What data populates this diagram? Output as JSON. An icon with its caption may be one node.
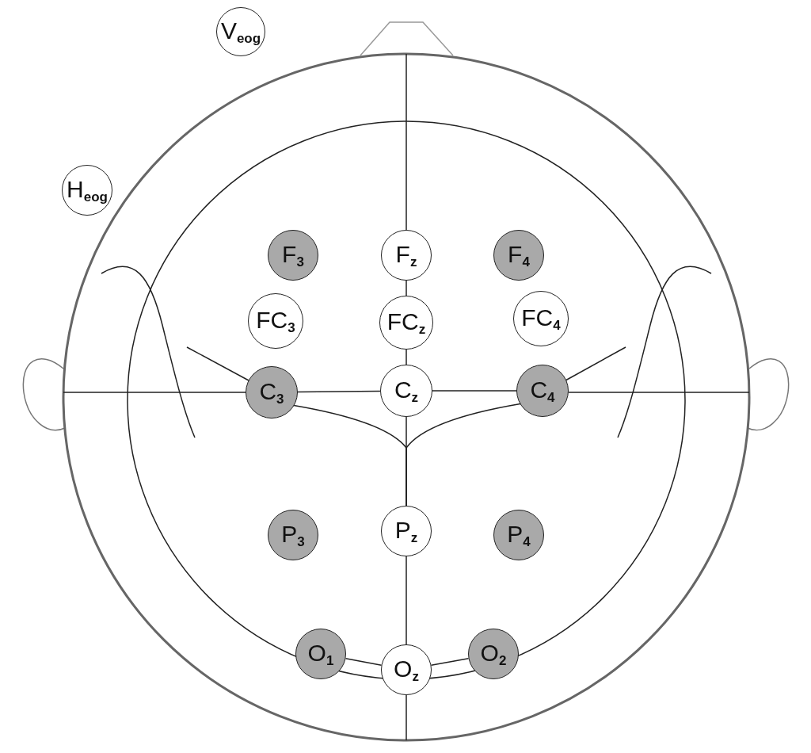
{
  "diagram": {
    "nodes": [
      {
        "text": [
          "V$_{eog}$"
        ]
      },
      {
        "text": [
          "H$_{eog}$"
        ]
      },
      {
        "text": [
          "F$_{3}$"
        ]
      },
      {
        "text": [
          "F$_{z}$"
        ]
      },
      {
        "text": [
          "F$_{4}$"
        ]
      },
      {
        "text": [
          "FC$_{3}$"
        ]
      },
      {
        "text": [
          "FC$_{z}$"
        ]
      },
      {
        "text": [
          "FC$_{4}$"
        ]
      },
      {
        "text": [
          "C$_{3}$"
        ]
      },
      {
        "text": [
          "C$_{z}$"
        ]
      },
      {
        "text": [
          "C$_{4}$"
        ]
      },
      {
        "text": [
          "P$_{3}$"
        ]
      },
      {
        "text": [
          "P$_{z}$"
        ]
      },
      {
        "text": [
          "P$_{4}$"
        ]
      },
      {
        "text": [
          "O$_{1}$"
        ]
      },
      {
        "text": [
          "O$_{z}$"
        ]
      },
      {
        "text": [
          "O$_{2}$"
        ]
      }
    ],
    "edges": [
      {
        "from": 3,
        "to": 6,
        "arrow": "none"
      },
      {
        "from": 6,
        "to": 9,
        "arrow": "none"
      },
      {
        "from": 8,
        "to": 9,
        "arrow": "none"
      },
      {
        "from": 9,
        "to": 10,
        "arrow": "none"
      },
      {
        "from": 8,
        "to": 12,
        "arrow": "none"
      },
      {
        "from": 10,
        "to": 12,
        "arrow": "none"
      },
      {
        "from": 9,
        "to": 12,
        "arrow": "none"
      },
      {
        "from": 12,
        "to": 15,
        "arrow": "none"
      },
      {
        "from": 14,
        "to": 15,
        "arrow": "none"
      },
      {
        "from": 15,
        "to": 16,
        "arrow": "none"
      }
    ]
  }
}
